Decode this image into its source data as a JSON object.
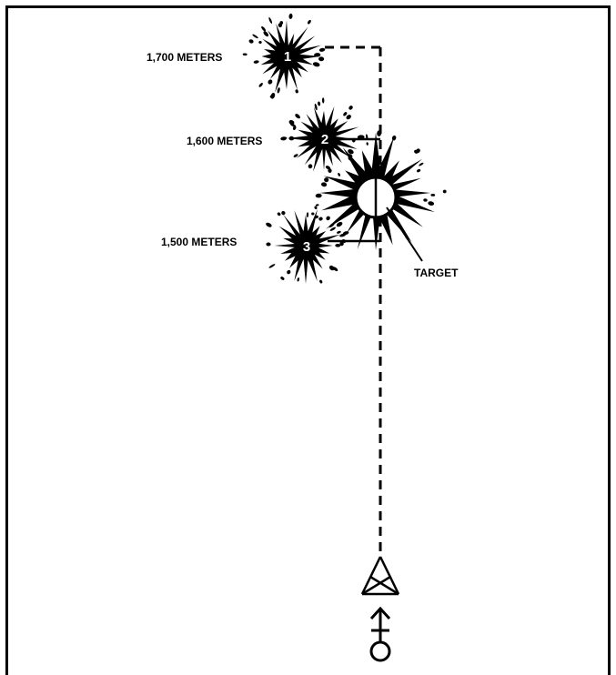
{
  "colors": {
    "ink": "#000000",
    "background": "#ffffff"
  },
  "bursts": [
    {
      "number": "1",
      "range_label": "1,700 METERS"
    },
    {
      "number": "2",
      "range_label": "1,600 METERS"
    },
    {
      "number": "3",
      "range_label": "1,500 METERS"
    }
  ],
  "target_label": "TARGET",
  "icons": {
    "observer": "observer-tower-icon",
    "soldier": "observer-position-icon",
    "target": "target-circle-icon"
  }
}
